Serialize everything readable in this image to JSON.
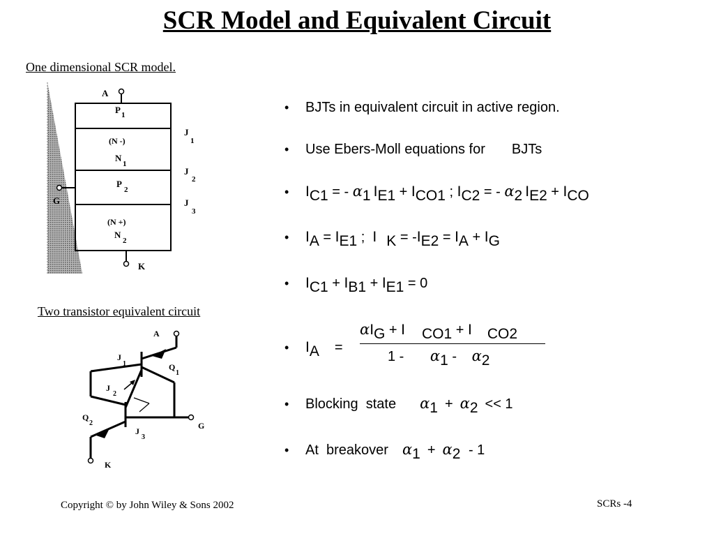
{
  "title": "SCR Model and Equivalent Circuit",
  "model_heading": "One dimensional SCR model.",
  "circuit_heading": "Two transistor equivalent circuit",
  "scr_model": {
    "anode": "A",
    "gate": "G",
    "cathode": "K",
    "layer_p1": "P",
    "layer_p1_sub": "1",
    "layer_n1_doping": "(N -)",
    "layer_n1": "N",
    "layer_n1_sub": "1",
    "layer_p2": "P",
    "layer_p2_sub": "2",
    "layer_n2_doping": "(N +)",
    "layer_n2": "N",
    "layer_n2_sub": "2",
    "junction_j1": "J",
    "junction_j1_sub": "1",
    "junction_j2": "J",
    "junction_j2_sub": "2",
    "junction_j3": "J",
    "junction_j3_sub": "3"
  },
  "equiv_circuit": {
    "anode": "A",
    "cathode": "K",
    "gate": "G",
    "q1": "Q",
    "q1_sub": "1",
    "q2": "Q",
    "q2_sub": "2",
    "j1": "J",
    "j1_sub": "1",
    "j2": "J",
    "j2_sub": "2",
    "j3": "J",
    "j3_sub": "3"
  },
  "bullets": {
    "b1": "BJTs in equivalent circuit in active region.",
    "b2_a": "Use  Ebers-Moll equations for",
    "b2_b": "BJTs",
    "b3": {
      "I": "I",
      "C1": "C1",
      "eq": " = - ",
      "alpha": "α",
      "one": "1",
      "E1": "E1",
      "plus": " + ",
      "CO1": "CO1",
      "semi": " ; ",
      "C2": "C2",
      "two": "2",
      "E2": "E2",
      "CO": "CO"
    },
    "b4": {
      "I": "I",
      "A": "A",
      "eq": " = ",
      "E1": "E1",
      "semi": " ;  ",
      "K": "K",
      "eqneg": " = -",
      "E2": "E2",
      "plus": " + ",
      "G": "G"
    },
    "b5": {
      "I": "I",
      "C1": "C1",
      "plus": " + ",
      "B1": "B1",
      "E1": "E1",
      "zero": " = 0"
    },
    "b6": {
      "I": "I",
      "A": "A",
      "eq": "=",
      "alpha": "α",
      "G": "G",
      "plus": " + ",
      "CO1": "CO1",
      "CO2": "CO2",
      "den_one": "1 - ",
      "one": "1",
      "minus": " - ",
      "two": "2"
    },
    "b7": {
      "label": "Blocking  state",
      "alpha": "α",
      "one": "1",
      "plus": "+",
      "two": "2",
      "rel": "<< 1"
    },
    "b8": {
      "label": "At  breakover",
      "alpha": "α",
      "one": "1",
      "plus": "+",
      "two": "2",
      "rel": " - 1"
    },
    "bullet_char": "•"
  },
  "footer": {
    "copyright": "Copyright © by John Wiley & Sons 2002",
    "page": "SCRs -4"
  }
}
